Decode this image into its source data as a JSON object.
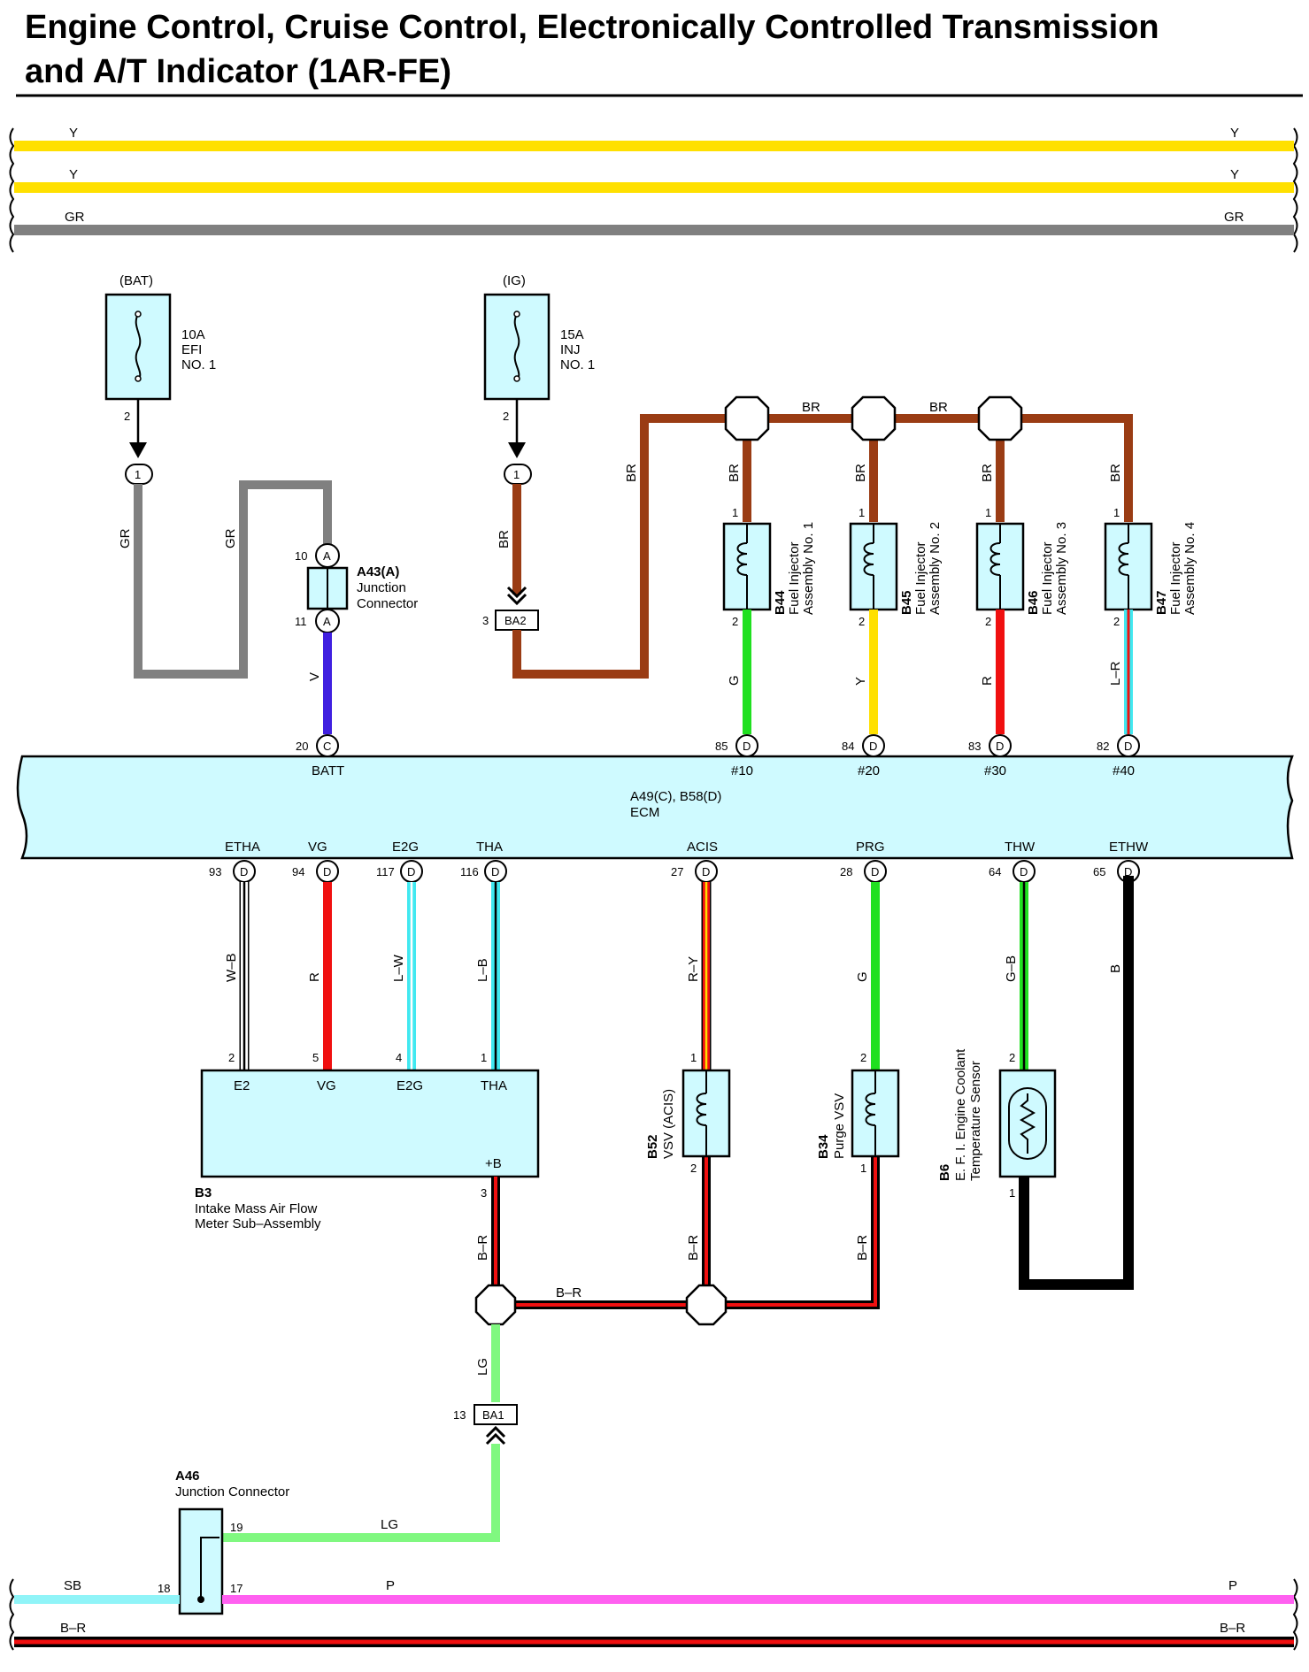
{
  "title": {
    "line1": "Engine Control, Cruise Control, Electronically Controlled Transmission",
    "line2": "and A/T Indicator (1AR-FE)"
  },
  "bus_top": [
    {
      "left": "Y",
      "right": "Y"
    },
    {
      "left": "Y",
      "right": "Y"
    },
    {
      "left": "GR",
      "right": "GR"
    }
  ],
  "bus_bottom": {
    "sb": "SB",
    "p_mid": "P",
    "p_right": "P",
    "br_left": "B–R",
    "br_right": "B–R"
  },
  "fuses": [
    {
      "source": "(BAT)",
      "amps": "10A",
      "name1": "EFI",
      "name2": "NO. 1",
      "pin": "2",
      "conn": "1"
    },
    {
      "source": "(IG)",
      "amps": "15A",
      "name1": "INJ",
      "name2": "NO. 1",
      "pin": "2",
      "conn": "1"
    }
  ],
  "wire_labels": {
    "gr1": "GR",
    "gr2": "GR",
    "br_fuse2": "BR",
    "br_riser": "BR",
    "br_top1": "BR",
    "br_top2": "BR",
    "v": "V",
    "inj_in": [
      "BR",
      "BR",
      "BR",
      "BR"
    ],
    "inj_out": [
      "G",
      "Y",
      "R",
      "L–R"
    ],
    "sensor": [
      "W–B",
      "R",
      "L–W",
      "L–B",
      "R–Y",
      "G",
      "G–B",
      "B"
    ],
    "br_low1": "B–R",
    "br_low2": "B–R",
    "br_low3": "B–R",
    "br_horiz": "B–R",
    "lg_vert": "LG",
    "lg_horiz": "LG"
  },
  "junction_a43": {
    "code": "A43(A)",
    "line1": "Junction",
    "line2": "Connector",
    "pin_top": "10",
    "pin_bottom": "11",
    "letter": "A"
  },
  "ba2": {
    "name": "BA2",
    "pin": "3"
  },
  "ba1": {
    "name": "BA1",
    "pin": "13"
  },
  "injectors": [
    {
      "code": "B44",
      "line1": "Fuel Injector",
      "line2": "Assembly No. 1",
      "pin_in": "1",
      "pin_out": "2"
    },
    {
      "code": "B45",
      "line1": "Fuel Injector",
      "line2": "Assembly No. 2",
      "pin_in": "1",
      "pin_out": "2"
    },
    {
      "code": "B46",
      "line1": "Fuel Injector",
      "line2": "Assembly No. 3",
      "pin_in": "1",
      "pin_out": "2"
    },
    {
      "code": "B47",
      "line1": "Fuel Injector",
      "line2": "Assembly No. 4",
      "pin_in": "1",
      "pin_out": "2"
    }
  ],
  "ecm": {
    "code": "A49(C), B58(D)",
    "name": "ECM",
    "top_pins": [
      {
        "num": "20",
        "letter": "C",
        "label": "BATT"
      },
      {
        "num": "85",
        "letter": "D",
        "label": "#10"
      },
      {
        "num": "84",
        "letter": "D",
        "label": "#20"
      },
      {
        "num": "83",
        "letter": "D",
        "label": "#30"
      },
      {
        "num": "82",
        "letter": "D",
        "label": "#40"
      }
    ],
    "bottom_pins": [
      {
        "num": "93",
        "letter": "D",
        "label": "ETHA"
      },
      {
        "num": "94",
        "letter": "D",
        "label": "VG"
      },
      {
        "num": "117",
        "letter": "D",
        "label": "E2G"
      },
      {
        "num": "116",
        "letter": "D",
        "label": "THA"
      },
      {
        "num": "27",
        "letter": "D",
        "label": "ACIS"
      },
      {
        "num": "28",
        "letter": "D",
        "label": "PRG"
      },
      {
        "num": "64",
        "letter": "D",
        "label": "THW"
      },
      {
        "num": "65",
        "letter": "D",
        "label": "ETHW"
      }
    ]
  },
  "maf": {
    "code": "B3",
    "line1": "Intake Mass Air Flow",
    "line2": "Meter Sub–Assembly",
    "pins": [
      {
        "num": "2",
        "label": "E2"
      },
      {
        "num": "5",
        "label": "VG"
      },
      {
        "num": "4",
        "label": "E2G"
      },
      {
        "num": "1",
        "label": "THA"
      }
    ],
    "plus_b": "+B",
    "plus_b_pin": "3"
  },
  "vsv_acis": {
    "code": "B52",
    "line1": "VSV (ACIS)",
    "pin_in": "1",
    "pin_out": "2"
  },
  "vsv_purge": {
    "code": "B34",
    "line1": "Purge VSV",
    "pin_in": "2",
    "pin_out": "1"
  },
  "coolant": {
    "code": "B6",
    "line1": "E. F. I. Engine Coolant",
    "line2": "Temperature Sensor",
    "pin_in": "2",
    "pin_out": "1"
  },
  "junction_a46": {
    "code": "A46",
    "line1": "Junction Connector",
    "pin19": "19",
    "pin18": "18",
    "pin17": "17"
  },
  "colors": {
    "Y": "#ffe000",
    "GR": "#808080",
    "BR": "#9a3c14",
    "V": "#4020e0",
    "G": "#20e020",
    "R": "#f01010",
    "LB": "#40e8f0",
    "LG": "#80f880",
    "SB": "#90f4f8",
    "P": "#ff60f0",
    "B": "#000000",
    "ecm": "#cffaff"
  }
}
